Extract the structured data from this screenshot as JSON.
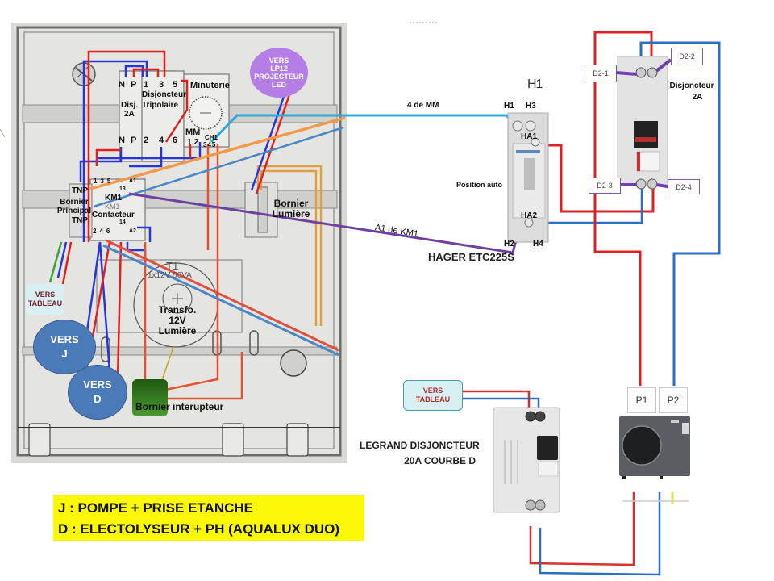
{
  "diagram": {
    "colors": {
      "phase_red": "#e02020",
      "neutral_blue": "#2a6fc0",
      "dark_blue": "#2a35d8",
      "orange": "#f39a4a",
      "light_blue": "#2aa8e0",
      "purple": "#7040a0",
      "green": "#3aa040",
      "yellow_legend": "#fdf808",
      "bubble_blue": "#4a7ab8",
      "bubble_purple": "#b57ee6",
      "teal_box": "#d8f0f2",
      "green_block": "#3f8a2a"
    },
    "panel": {
      "terminals_top": [
        "N",
        "P",
        "1",
        "3",
        "5"
      ],
      "terminals_bottom": [
        "N",
        "P",
        "2",
        "4",
        "6"
      ],
      "disjoncteur_label": "Disjoncteur",
      "tripolaire_label": "Tripolaire",
      "disj_label": "Disj.",
      "disj_rating": "2A",
      "minuterie_label": "Minuterie",
      "mm_label": "MM",
      "mm_terminals": [
        "1",
        "2"
      ],
      "ch_label": "CH1",
      "ch_terminals": [
        "3",
        "4",
        "5"
      ],
      "h1_mark": "H1",
      "bornier_principal": "Bornier Principal",
      "bornier_tnp_top": "TNP",
      "bornier_tnp_bottom": "TNP",
      "km1_label": "KM1",
      "km1_ghost": "KM1",
      "contacteur_label": "Contacteur",
      "km1_top_terminals": [
        "1",
        "3",
        "5",
        "A1"
      ],
      "km1_aux_top": "13",
      "km1_aux_bottom": "14",
      "km1_bottom_terminals": [
        "2",
        "4",
        "6",
        "A2"
      ],
      "bornier_lumiere": "Bornier Lumière",
      "transfo_id": "T1",
      "transfo_spec": "1x12V 50VA",
      "transfo_label": [
        "Transfo.",
        "12V",
        "Lumière"
      ],
      "bornier_interrupteur": "Bornier interupteur",
      "bubble_projecteur": [
        "VERS",
        "LP12",
        "PROJECTEUR",
        "LED"
      ],
      "vers_tableau_panel": [
        "VERS",
        "TABLEAU"
      ],
      "vers_j": [
        "VERS",
        "J"
      ],
      "vers_d": [
        "VERS",
        "D"
      ]
    },
    "wire_labels": {
      "four_mm": "4 de MM",
      "a1_km1": "A1 de KM1"
    },
    "hager": {
      "title": "HAGER ETC225S",
      "h1_glyph": "H1",
      "terminals_top": [
        "H1",
        "H3"
      ],
      "ha1": "HA1",
      "ha2": "HA2",
      "terminals_bottom": [
        "H2",
        "H4"
      ],
      "position": "Position auto"
    },
    "disjoncteur_2a": {
      "title": [
        "Disjoncteur",
        "2A"
      ],
      "tags": [
        "D2-1",
        "D2-2",
        "D2-3",
        "D2-4"
      ]
    },
    "legrand": {
      "vers_tableau": [
        "VERS",
        "TABLEAU"
      ],
      "title": [
        "LEGRAND DISJONCTEUR",
        "20A COURBE D"
      ]
    },
    "pump": {
      "terminals": [
        "P1",
        "P2"
      ]
    },
    "legend": {
      "lines": [
        "J : POMPE + PRISE ETANCHE",
        "D : ELECTOLYSEUR + PH (AQUALUX DUO)"
      ]
    }
  }
}
